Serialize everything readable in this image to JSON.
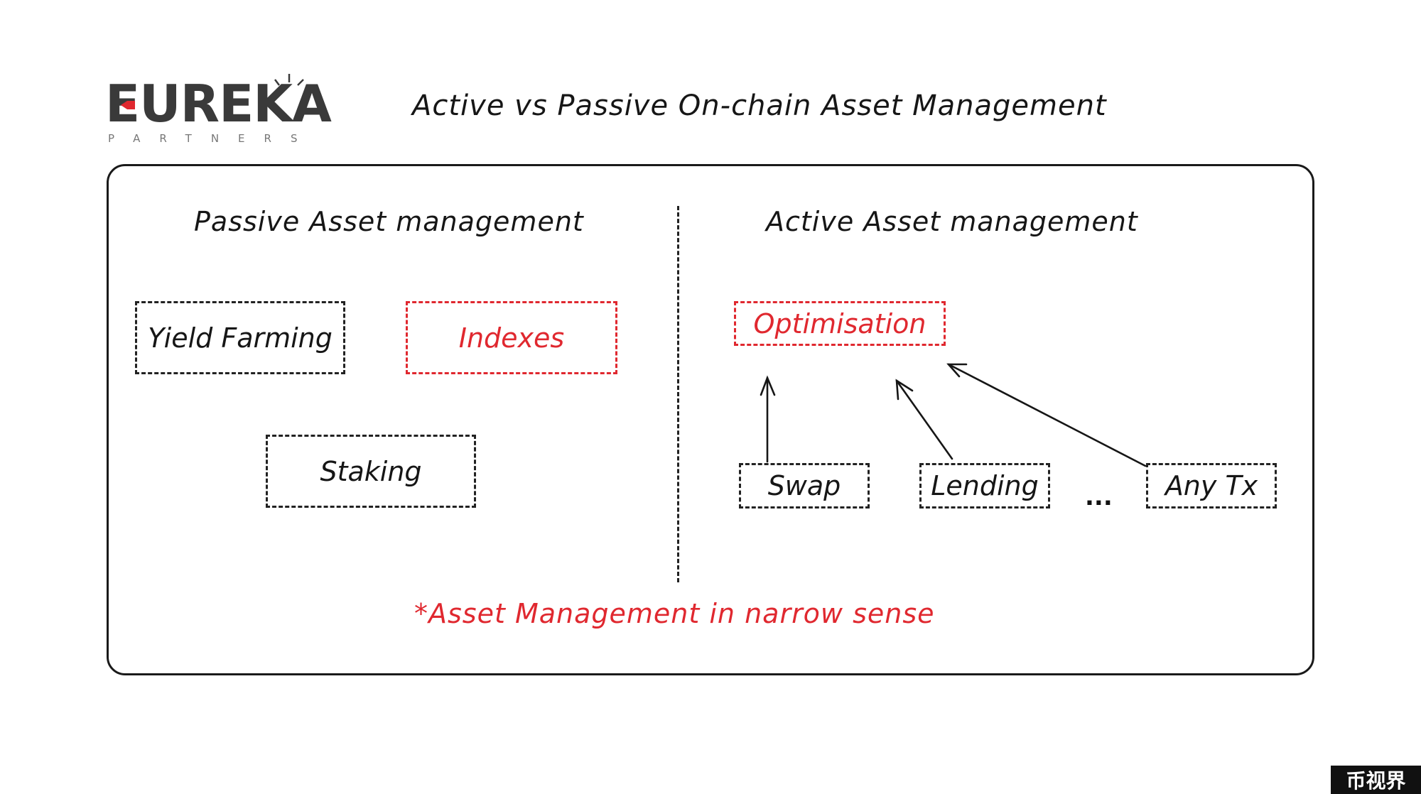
{
  "header": {
    "logo": {
      "word": "EUREKA",
      "sub": "PARTNERS"
    },
    "title": "Active vs Passive On-chain Asset Management"
  },
  "passive": {
    "title": "Passive Asset management",
    "items": [
      "Yield Farming",
      "Indexes",
      "Staking"
    ]
  },
  "active": {
    "title": "Active Asset management",
    "target": "Optimisation",
    "sources": [
      "Swap",
      "Lending",
      "Any Tx"
    ],
    "ellipsis": "..."
  },
  "footnote": "*Asset Management in narrow sense",
  "watermark": "币视界",
  "colors": {
    "accent": "#e0282f",
    "ink": "#161616",
    "logo_gray": "#3a3a3a"
  }
}
